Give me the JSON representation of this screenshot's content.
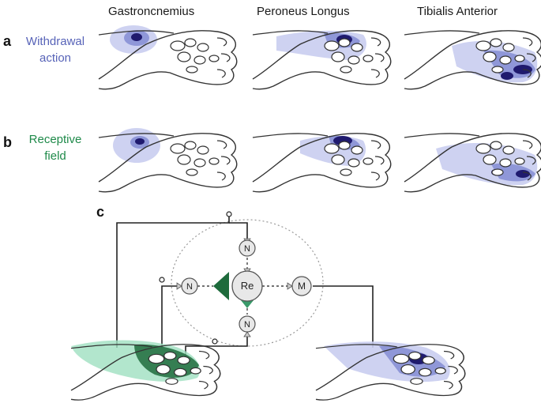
{
  "columns": {
    "gastrocnemius": "Gastroncnemius",
    "peroneus": "Peroneus Longus",
    "tibialis": "Tibialis Anterior"
  },
  "panels": {
    "a": {
      "letter": "a",
      "label_line1": "Withdrawal",
      "label_line2": "action"
    },
    "b": {
      "letter": "b",
      "label_line1": "Receptive",
      "label_line2": "field"
    },
    "c": {
      "letter": "c"
    }
  },
  "circuit": {
    "n_top": "N",
    "n_left": "N",
    "n_bottom": "N",
    "relay": "Re",
    "motor": "M"
  },
  "colors": {
    "withdrawal": "#5763b8",
    "receptive": "#1f8a4a",
    "field_light": "#c9cdf0",
    "field_mid": "#8f97d8",
    "field_dark": "#1f1a6e",
    "green_light": "#9fe0c0",
    "green_dark": "#1e6b3c"
  }
}
